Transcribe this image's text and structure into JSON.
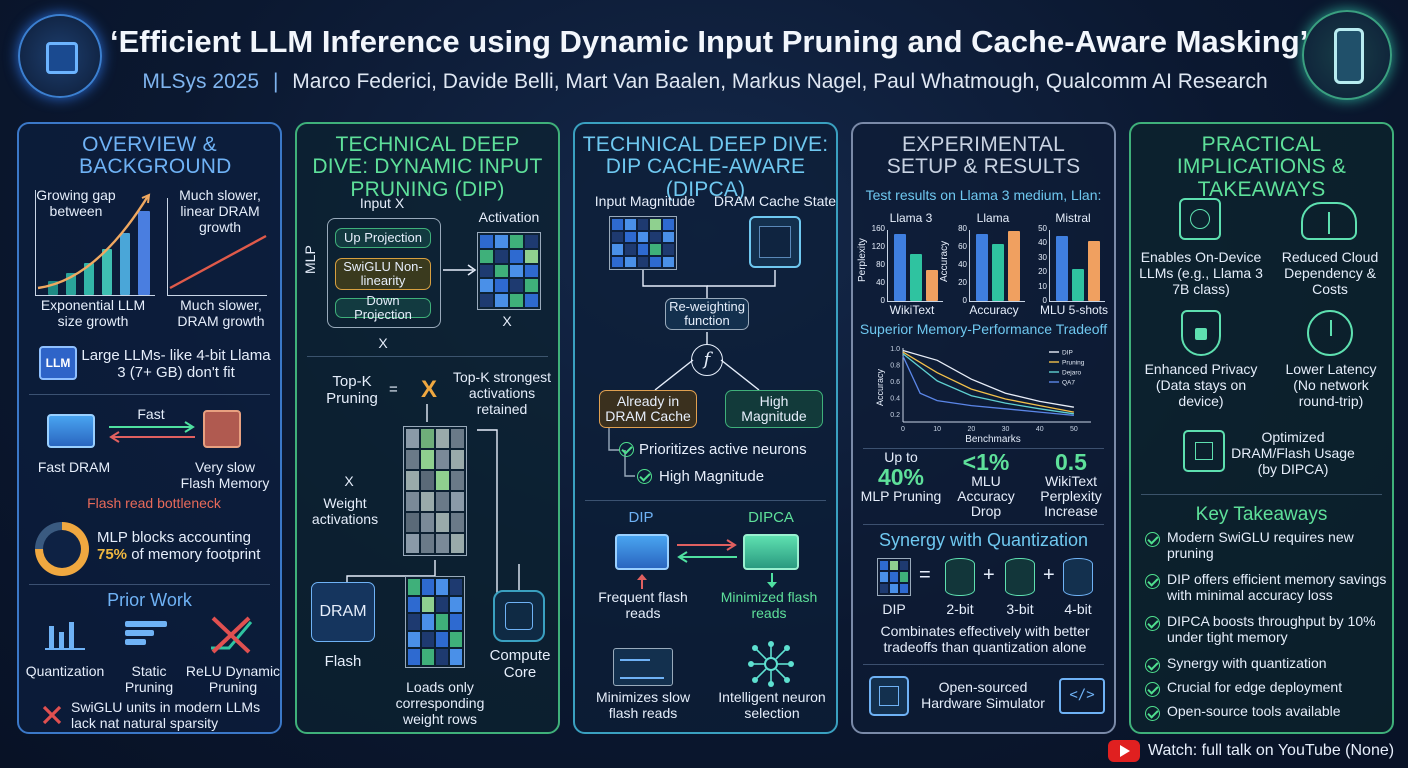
{
  "title": "‘Efficient LLM Inference using Dynamic Input Pruning and Cache-Aware Masking’",
  "subtitle_venue": "MLSys 2025",
  "subtitle_sep": "|",
  "subtitle_authors": "Marco Federici, Davide Belli, Mart Van Baalen, Markus Nagel, Paul Whatmough, Qualcomm AI Research",
  "overview": {
    "heading": "OVERVIEW & BACKGROUND",
    "gap_label": "Growing gap between",
    "slower_label": "Much slower, linear DRAM growth",
    "exp_label": "Exponential LLM size growth",
    "dram_growth_label": "Much slower, DRAM growth",
    "llm_chip": "LLM",
    "llm_text": "Large LLMs- like 4-bit Llama 3 (7+ GB) don't fit",
    "fast_label": "Fast",
    "fast_dram": "Fast DRAM",
    "slow_flash": "Very slow Flash Memory",
    "bottleneck": "Flash read bottleneck",
    "mlp_text_1": "MLP blocks accounting",
    "mlp_pct": "75%",
    "mlp_text_2": "of memory footprint",
    "prior_heading": "Prior Work",
    "prior_items": [
      "Quantization",
      "Static Pruning",
      "ReLU Dynamic Pruning"
    ],
    "swiglu_note": "SwiGLU units in modern LLMs lack nat natural sparsity"
  },
  "dip": {
    "heading": "TECHNICAL DEEP DIVE: DYNAMIC INPUT PRUNING (DIP)",
    "input_x": "Input X",
    "mlp": "MLP",
    "up": "Up Projection",
    "swiglu": "SwiGLU Non-linearity",
    "down": "Down Projection",
    "activation": "Activation",
    "x_bottom": "X",
    "x_right": "X",
    "topk": "Top-K Pruning",
    "eq": "=",
    "topk_x": "X",
    "topk_desc": "Top-K strongest activations retained",
    "x_weight": "X",
    "weight_act": "Weight activations",
    "dram": "DRAM",
    "flash": "Flash",
    "compute": "Compute Core",
    "loads": "Loads only corresponding weight rows"
  },
  "dipca": {
    "heading": "TECHNICAL DEEP DIVE: DIP CACHE-AWARE (DIPCA)",
    "input_mag": "Input Magnitude",
    "cache_state": "DRAM Cache State",
    "reweight": "Re-weighting function",
    "func_glyph": "f",
    "already": "Already in DRAM Cache",
    "high_mag_box": "High Magnitude",
    "prioritizes": "Prioritizes active neurons",
    "high_mag": "High Magnitude",
    "dip_label": "DIP",
    "dipca_label": "DIPCA",
    "frequent": "Frequent flash reads",
    "minimized": "Minimized flash reads",
    "minimizes": "Minimizes slow flash reads",
    "intelligent": "Intelligent neuron selection"
  },
  "results": {
    "heading": "EXPERIMENTAL SETUP & RESULTS",
    "test_line": "Test results on Llama 3 medium, Llan:",
    "charts": [
      {
        "title": "Llama 3",
        "ylabel": "Perplexity",
        "xlabel": "WikiText",
        "ticks": [
          "160",
          "120",
          "80",
          "40",
          "0"
        ]
      },
      {
        "title": "Llama",
        "ylabel": "Accuracy",
        "xlabel": "Accuracy",
        "ticks": [
          "80",
          "60",
          "40",
          "20",
          "0"
        ]
      },
      {
        "title": "Mistral",
        "ylabel": "",
        "xlabel": "MLU 5-shots",
        "ticks": [
          "50",
          "40",
          "30",
          "20",
          "10",
          "0"
        ]
      }
    ],
    "tradeoff_title": "Superior Memory-Performance Tradeoff",
    "line_ylabel": "Accuracy",
    "line_xlabel": "Benchmarks",
    "line_yticks": [
      "1.0",
      "0.8",
      "0.6",
      "0.4",
      "0.2"
    ],
    "line_xticks": [
      "0",
      "10",
      "20",
      "30",
      "40",
      "50"
    ],
    "line_legend": [
      "DIP",
      "Pruning",
      "Dejaro",
      "QA7"
    ],
    "stat1_a": "Up to",
    "stat1_b": "40%",
    "stat1_c": "MLP Pruning",
    "stat2_a": "<1%",
    "stat2_b": "MLU Accuracy Drop",
    "stat3_a": "0.5",
    "stat3_b": "WikiText Perplexity Increase",
    "synergy": "Synergy with Quantization",
    "eq_labels": [
      "DIP",
      "2-bit",
      "3-bit",
      "4-bit"
    ],
    "eq_ops": [
      "=",
      "+",
      "+"
    ],
    "combinates": "Combinates effectively with better tradeoffs than quantization alone",
    "opensourced": "Open-sourced Hardware Simulator"
  },
  "implications": {
    "heading": "PRACTICAL IMPLICATIONS & TAKEAWAYS",
    "items": [
      "Enables On-Device LLMs (e.g., Llama 3 7B class)",
      "Reduced Cloud Dependency & Costs",
      "Enhanced Privacy (Data stays on device)",
      "Lower Latency (No network round-trip)",
      "Optimized DRAM/Flash Usage (by DIPCA)"
    ],
    "takeaways_heading": "Key Takeaways",
    "takeaways": [
      "Modern SwiGLU requires new pruning",
      "DIP offers efficient memory savings with minimal accuracy loss",
      "DIPCA boosts throughput by 10% under tight memory",
      "Synergy with quantization",
      "Crucial for edge deployment",
      "Open-source tools available"
    ]
  },
  "youtube": "Watch: full talk on YouTube (None)",
  "chart_data": [
    {
      "type": "bar",
      "title": "Llama 3",
      "ylabel": "Perplexity",
      "xlabel": "WikiText",
      "ylim": [
        0,
        160
      ],
      "values": [
        150,
        105,
        70
      ],
      "colors": [
        "#3f7fe0",
        "#2fc3a0",
        "#f0a060"
      ]
    },
    {
      "type": "bar",
      "title": "Llama",
      "ylabel": "Accuracy",
      "xlabel": "Accuracy",
      "ylim": [
        0,
        80
      ],
      "values": [
        75,
        63,
        78
      ],
      "colors": [
        "#3f7fe0",
        "#2fc3a0",
        "#f0a060"
      ]
    },
    {
      "type": "bar",
      "title": "Mistral",
      "xlabel": "MLU 5-shots",
      "ylim": [
        0,
        50
      ],
      "values": [
        45,
        22,
        42
      ],
      "colors": [
        "#3f7fe0",
        "#2fc3a0",
        "#f0a060"
      ]
    },
    {
      "type": "line",
      "title": "Superior Memory-Performance Tradeoff",
      "xlabel": "Benchmarks",
      "ylabel": "Accuracy",
      "xlim": [
        0,
        55
      ],
      "ylim": [
        0.1,
        1.0
      ],
      "series": [
        {
          "name": "DIP",
          "color": "#e8eef8",
          "x": [
            0,
            10,
            20,
            30,
            40,
            50
          ],
          "y": [
            0.97,
            0.85,
            0.62,
            0.45,
            0.35,
            0.28
          ]
        },
        {
          "name": "Pruning",
          "color": "#f2c04a",
          "x": [
            0,
            10,
            20,
            30,
            40,
            50
          ],
          "y": [
            0.95,
            0.7,
            0.5,
            0.38,
            0.3,
            0.22
          ]
        },
        {
          "name": "Dejaro",
          "color": "#5fd0d0",
          "x": [
            0,
            10,
            20,
            30,
            40,
            50
          ],
          "y": [
            0.93,
            0.6,
            0.42,
            0.33,
            0.26,
            0.2
          ]
        },
        {
          "name": "QA7",
          "color": "#5b86e8",
          "x": [
            0,
            5,
            10,
            20,
            30,
            40,
            50
          ],
          "y": [
            0.9,
            0.45,
            0.36,
            0.3,
            0.26,
            0.22,
            0.18
          ]
        }
      ]
    }
  ],
  "colors": {
    "blue_panel": "#4a8fd8",
    "green_panel": "#3fb07a",
    "cyan_panel": "#3aa0c0",
    "gray_panel": "#7a8aa8",
    "accent_orange": "#f0a840",
    "accent_green": "#5ee09a",
    "red": "#e05050"
  }
}
